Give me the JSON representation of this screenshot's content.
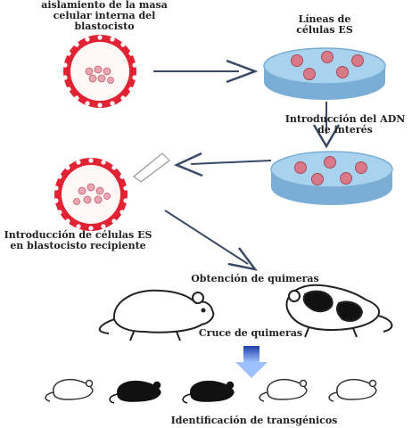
{
  "labels": {
    "step1": "aislamiento de la masa celular interna del blastocisto",
    "step2": "Líneas de células ES",
    "step3": "Introducción del ADN de interés",
    "step4": "Introducción de células ES en blastocisto recipiente",
    "step5": "Obtención de quimeras",
    "step6": "Cruce de quimeras",
    "step7": "Identificación de transgénicos"
  },
  "colors": {
    "blastocyst_ring": "#e02233",
    "cell_fill": "#d97a8a",
    "dish_fill": "#a9d2ee",
    "dish_rim": "#7aaed6",
    "arrow": "#3a4a66",
    "down_arrow": "#2f5fd8"
  }
}
